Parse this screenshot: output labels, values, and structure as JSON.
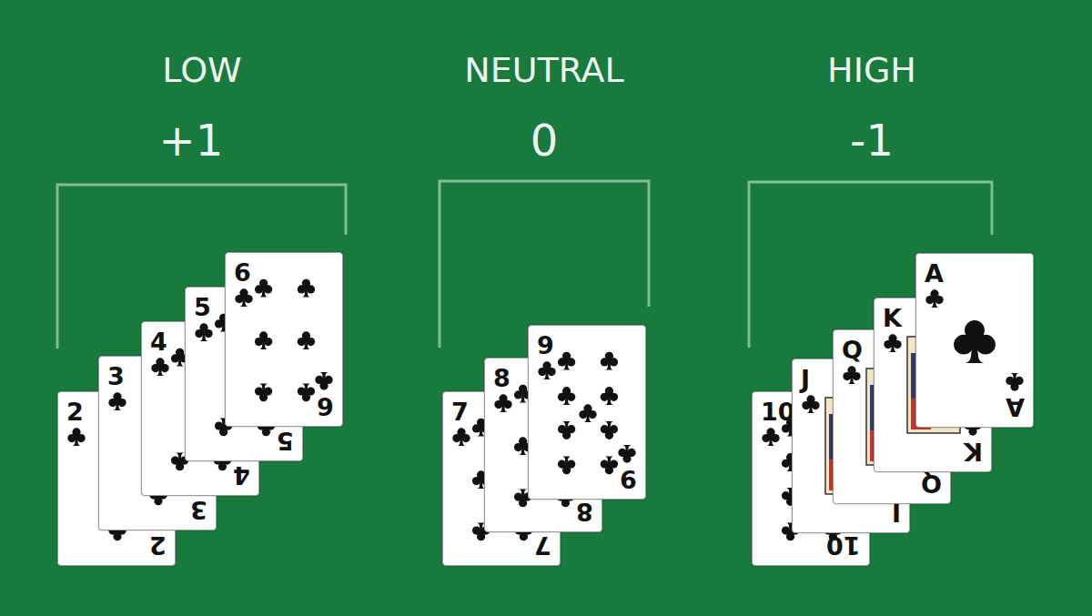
{
  "diagram": {
    "nodes": [
      {
        "text": [
          "2",
          "2"
        ]
      },
      {
        "text": [
          "3",
          "3"
        ]
      },
      {
        "text": [
          "4",
          "4"
        ]
      },
      {
        "text": [
          "5",
          "5"
        ]
      },
      {
        "text": [
          "6",
          "6"
        ]
      },
      {
        "text": [
          "7",
          "7"
        ]
      },
      {
        "text": [
          "8",
          "8"
        ]
      },
      {
        "text": [
          "9",
          "9"
        ]
      },
      {
        "text": [
          "10",
          "10"
        ]
      },
      {
        "text": [
          "J",
          "J"
        ]
      },
      {
        "text": [
          "Q",
          "Q"
        ]
      },
      {
        "text": [
          "K",
          "K"
        ]
      },
      {
        "text": [
          "A",
          "A"
        ]
      }
    ],
    "labels": [
      "LOW",
      "+1",
      "NEUTRAL",
      "0",
      "HIGH",
      "-1"
    ]
  }
}
